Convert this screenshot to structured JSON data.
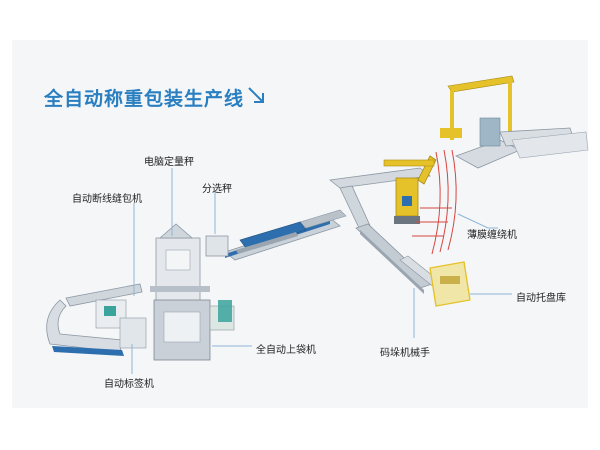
{
  "title": "全自动称重包装生产线",
  "labels": {
    "computer_scale": "电脑定量秤",
    "sewing_machine": "自动断线缝包机",
    "sorting_scale": "分选秤",
    "film_wrapper": "薄膜缠绕机",
    "pallet_magazine": "自动托盘库",
    "bag_placer": "全自动上袋机",
    "palletizing_robot": "码垛机械手",
    "labeling_machine": "自动标签机"
  },
  "colors": {
    "title": "#2a7fc1",
    "frame_yellow": "#e6c22a",
    "conveyor_blue": "#2d6fae",
    "roller_gray": "#b9c1c9",
    "safety_red": "#d8453f",
    "leader_line": "#8fb6d8"
  }
}
